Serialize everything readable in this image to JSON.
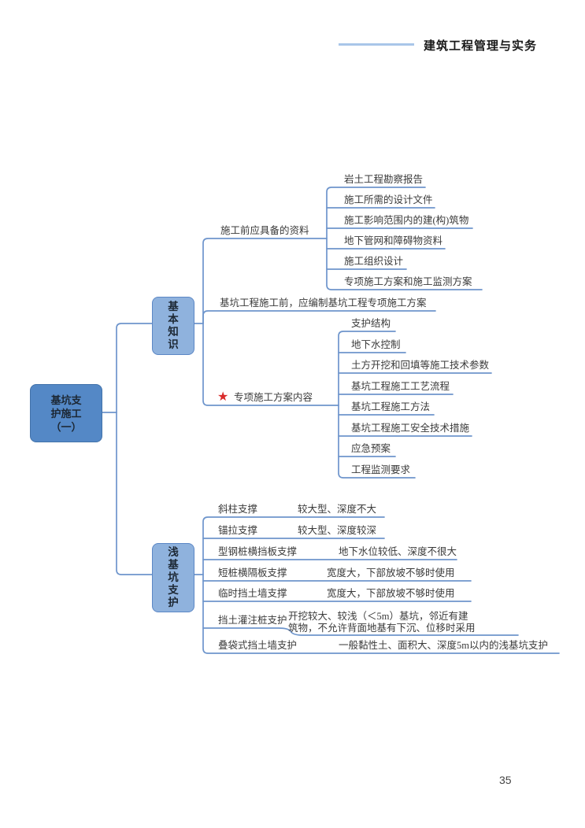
{
  "page": {
    "header_title": "建筑工程管理与实务",
    "page_number": "35"
  },
  "colors": {
    "root_fill": "#5488c6",
    "root_border": "#4272aa",
    "child_fill": "#8fb2dd",
    "child_border": "#5b87c5",
    "connector_blue": "#6e95cc",
    "header_line_blue": "#a9c6e9",
    "star_red": "#d92b2b",
    "text_dark": "#3a3a3a"
  },
  "mindmap": {
    "root_label": "基坑支\n护施工\n（一）",
    "basic": {
      "node_label": "基\n本\n知\n识",
      "docs_label": "施工前应具备的资料",
      "docs_items": [
        "岩土工程勘察报告",
        "施工所需的设计文件",
        "施工影响范围内的建(构)筑物",
        "地下管网和障碍物资料",
        "施工组织设计",
        "专项施工方案和施工监测方案"
      ],
      "note": "基坑工程施工前，应编制基坑工程专项施工方案",
      "plan_star": "★",
      "plan_label": "专项施工方案内容",
      "plan_items": [
        "支护结构",
        "地下水控制",
        "土方开挖和回填等施工技术参数",
        "基坑工程施工工艺流程",
        "基坑工程施工方法",
        "基坑工程施工安全技术措施",
        "应急预案",
        "工程监测要求"
      ]
    },
    "shallow": {
      "node_label": "浅\n基\n坑\n支\n护",
      "rows": [
        {
          "term": "斜柱支撑",
          "desc": "较大型、深度不大"
        },
        {
          "term": "锚拉支撑",
          "desc": "较大型、深度较深"
        },
        {
          "term": "型钢桩横挡板支撑",
          "desc": "地下水位较低、深度不很大"
        },
        {
          "term": "短桩横隔板支撑",
          "desc": "宽度大，下部放坡不够时使用"
        },
        {
          "term": "临时挡土墙支撑",
          "desc": "宽度大，下部放坡不够时使用"
        },
        {
          "term": "挡土灌注桩支护",
          "desc": "开挖较大、较浅（＜5m）基坑，邻近有建\n筑物，不允许背面地基有下沉、位移时采用"
        },
        {
          "term": "叠袋式挡土墙支护",
          "desc": "一般黏性土、面积大、深度5m以内的浅基坑支护"
        }
      ]
    }
  }
}
